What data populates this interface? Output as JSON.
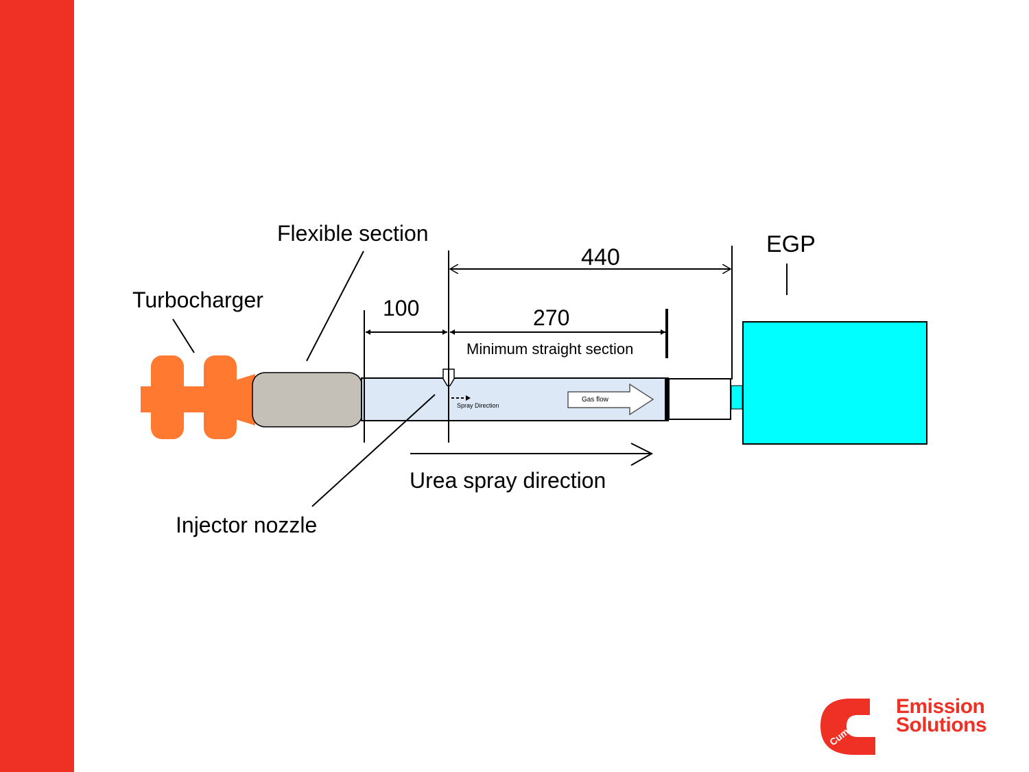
{
  "colors": {
    "accent_bar": "#ee3124",
    "turbocharger": "#ff7a30",
    "flexible_section": "#c4c0b8",
    "pipe": "#dce8f5",
    "egp": "#00ffff",
    "logo": "#ee3124"
  },
  "labels": {
    "flexible_section": "Flexible section",
    "turbocharger": "Turbocharger",
    "egp": "EGP",
    "dim_440": "440",
    "dim_100": "100",
    "dim_270": "270",
    "min_straight": "Minimum straight section",
    "urea_spray": "Urea spray direction",
    "injector_nozzle": "Injector nozzle",
    "gas_flow": "Gas flow",
    "spray_direction": "Spray Direction"
  },
  "logo": {
    "brand": "Cummins",
    "line1": "Emission",
    "line2": "Solutions"
  }
}
